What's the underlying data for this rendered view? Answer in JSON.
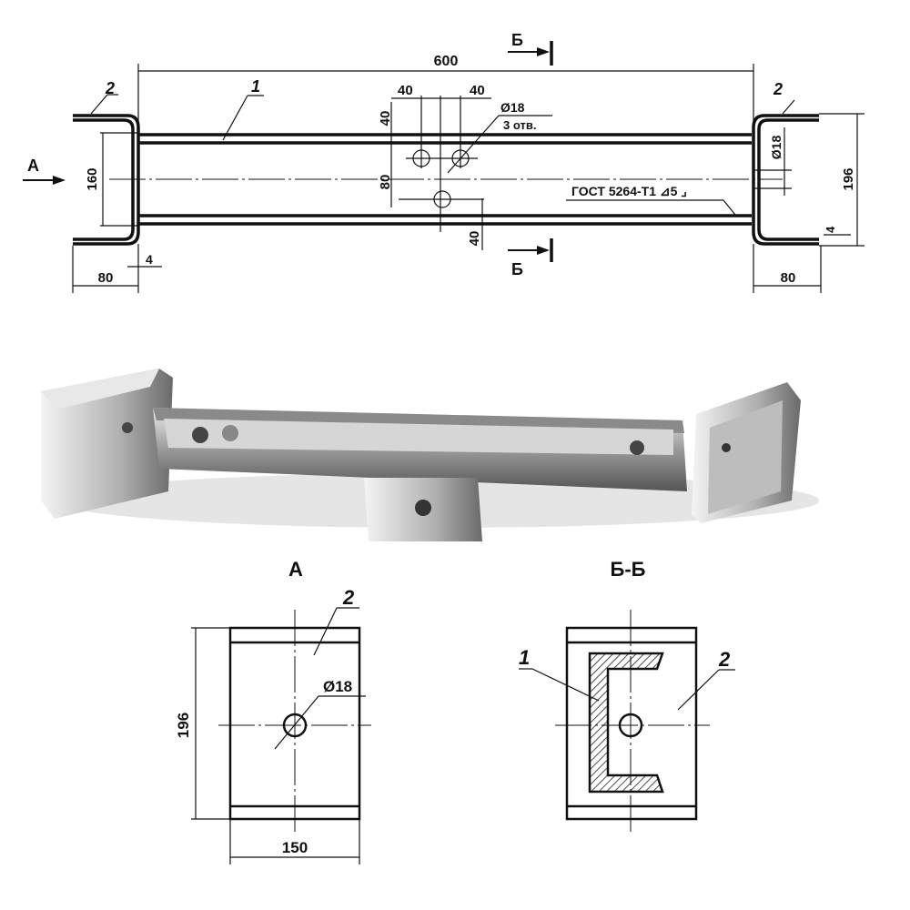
{
  "top_view": {
    "dim_overall": "600",
    "dim_hole_spacing_left": "40",
    "dim_hole_spacing_right": "40",
    "dim_top_offset": "40",
    "dim_vertical_middle": "80",
    "dim_bottom_offset": "40",
    "hole_label": "Ø18",
    "hole_count": "3 отв.",
    "weld_note": "ГОСТ 5264-Т1 ⊿5 ⌟",
    "dim_channel_height": "160",
    "dim_flange_left": "80",
    "dim_flange_right": "80",
    "dim_thickness_left": "4",
    "dim_thickness_right": "4",
    "dim_plate_height": "196",
    "dim_hole_right": "Ø18",
    "part_1": "1",
    "part_2_left": "2",
    "part_2_right": "2",
    "view_a": "А",
    "section_b_top": "Б",
    "section_b_bottom": "Б"
  },
  "view_a": {
    "title": "А",
    "part_2": "2",
    "hole": "Ø18",
    "height": "196",
    "width": "150"
  },
  "section_bb": {
    "title": "Б-Б",
    "part_1": "1",
    "part_2": "2"
  }
}
